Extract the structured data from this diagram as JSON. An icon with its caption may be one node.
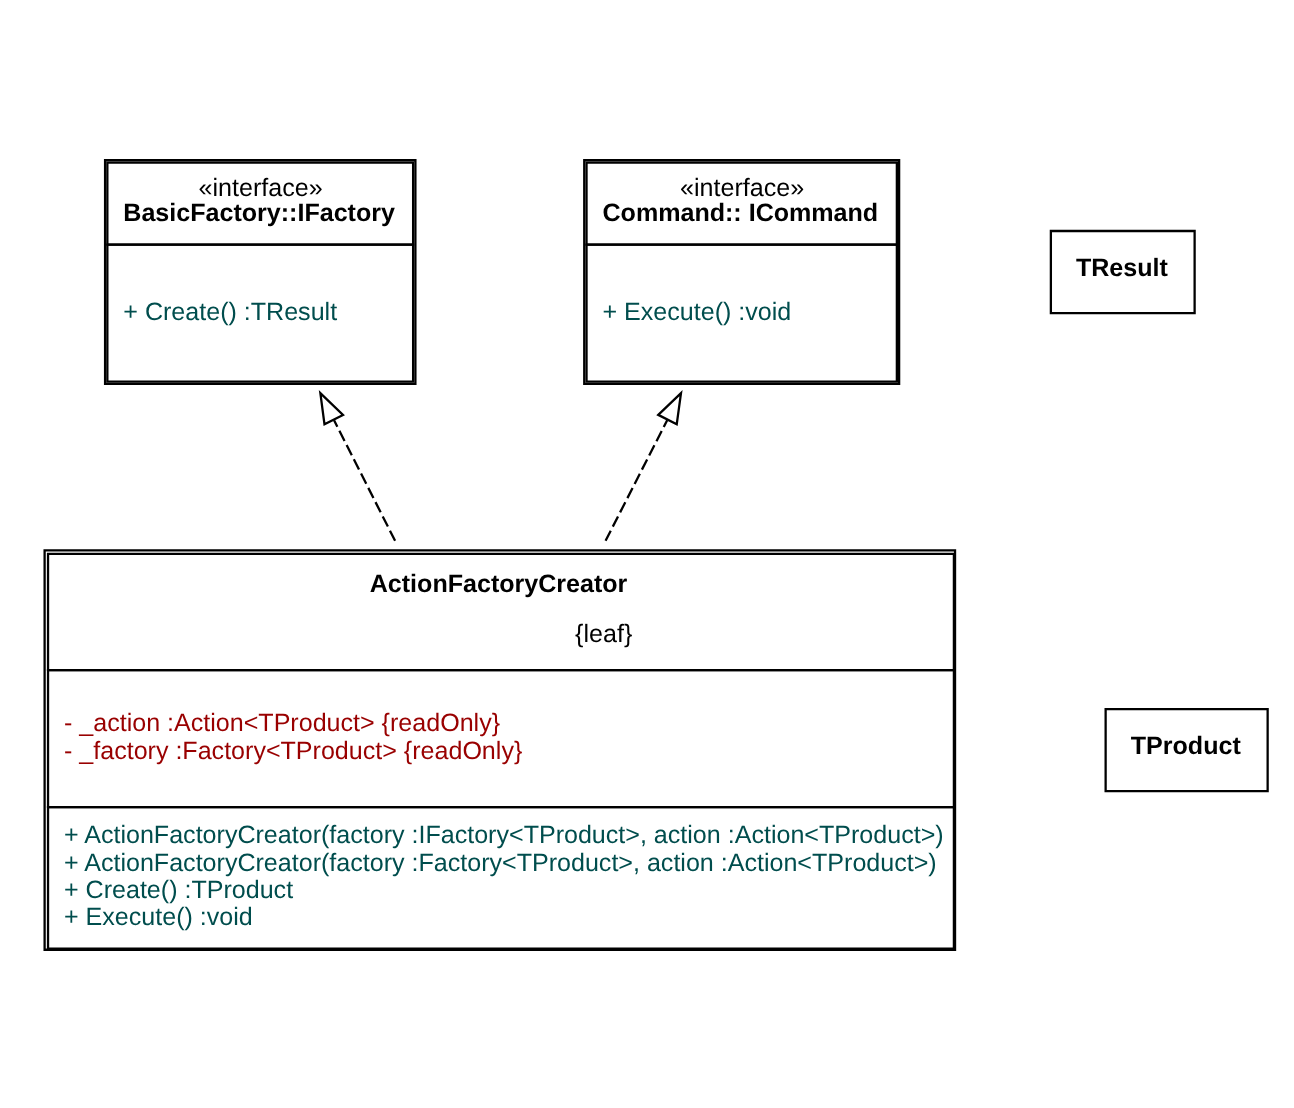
{
  "diagram": {
    "nodes": [
      {
        "text": [
          "«interface»",
          "BasicFactory::IFactory",
          "+ Create() :TResult"
        ]
      },
      {
        "text": [
          "TResult"
        ]
      },
      {
        "text": [
          "«interface»",
          "Command:: ICommand",
          "+ Execute() :void"
        ]
      },
      {
        "text": [
          "ActionFactoryCreator",
          "{leaf}",
          "- _action :Action<TProduct> {readOnly}",
          "- _factory :Factory<TProduct> {readOnly}",
          "+ ActionFactoryCreator(factory :IFactory<TProduct>, action :Action<TProduct>)",
          "+ ActionFactoryCreator(factory :Factory<TProduct>, action :Action<TProduct>)",
          "+ Create() :TProduct",
          "+ Execute() :void"
        ]
      },
      {
        "text": [
          "TProduct"
        ]
      }
    ],
    "edges": [
      {
        "from": 3,
        "to": 0,
        "arrow": "to",
        "style": "dashed"
      },
      {
        "from": 3,
        "to": 2,
        "arrow": "to",
        "style": "dashed"
      }
    ]
  }
}
